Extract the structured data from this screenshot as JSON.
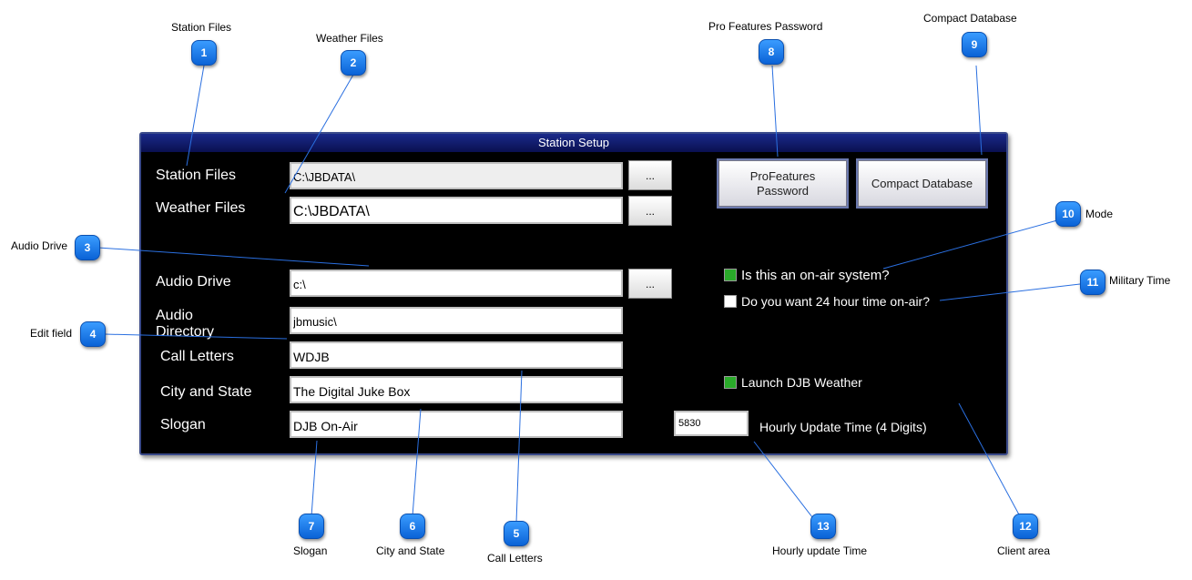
{
  "window": {
    "title": "Station Setup"
  },
  "fields": {
    "station_files": {
      "label": "Station Files",
      "value": "C:\\JBDATA\\"
    },
    "weather_files": {
      "label": "Weather Files",
      "value": "C:\\JBDATA\\"
    },
    "audio_drive": {
      "label": "Audio Drive",
      "value": "c:\\"
    },
    "audio_directory": {
      "label_line1": "Audio",
      "label_line2": "Directory",
      "value": "jbmusic\\"
    },
    "call_letters": {
      "label": "Call Letters",
      "value": "WDJB"
    },
    "city_state": {
      "label": "City and State",
      "value": "The Digital Juke Box"
    },
    "slogan": {
      "label": "Slogan",
      "value": "DJB On-Air"
    }
  },
  "browse_label": "...",
  "buttons": {
    "pro_features_line1": "ProFeatures",
    "pro_features_line2": "Password",
    "compact_db": "Compact Database"
  },
  "checks": {
    "on_air": {
      "label": "Is this an on-air system?",
      "checked": true
    },
    "hour24": {
      "label": "Do you want 24 hour time on-air?",
      "checked": false
    },
    "weather": {
      "label": "Launch DJB Weather",
      "checked": true
    }
  },
  "hourly": {
    "label": "Hourly Update Time (4 Digits)",
    "value": "5830"
  },
  "annotations": {
    "a1": {
      "num": "1",
      "label": "Station Files"
    },
    "a2": {
      "num": "2",
      "label": "Weather Files"
    },
    "a3": {
      "num": "3",
      "label": "Audio Drive"
    },
    "a4": {
      "num": "4",
      "label": "Edit field"
    },
    "a5": {
      "num": "5",
      "label": "Call Letters"
    },
    "a6": {
      "num": "6",
      "label": "City and State"
    },
    "a7": {
      "num": "7",
      "label": "Slogan"
    },
    "a8": {
      "num": "8",
      "label": "Pro Features Password"
    },
    "a9": {
      "num": "9",
      "label": "Compact Database"
    },
    "a10": {
      "num": "10",
      "label": "Mode"
    },
    "a11": {
      "num": "11",
      "label": "Military Time"
    },
    "a12": {
      "num": "12",
      "label": "Client area"
    },
    "a13": {
      "num": "13",
      "label": "Hourly update Time"
    }
  },
  "colors": {
    "badge": "#1a7cf0",
    "window_bg": "#000000",
    "titlebar": "#0a1050",
    "check_on": "#2aaa2a"
  }
}
